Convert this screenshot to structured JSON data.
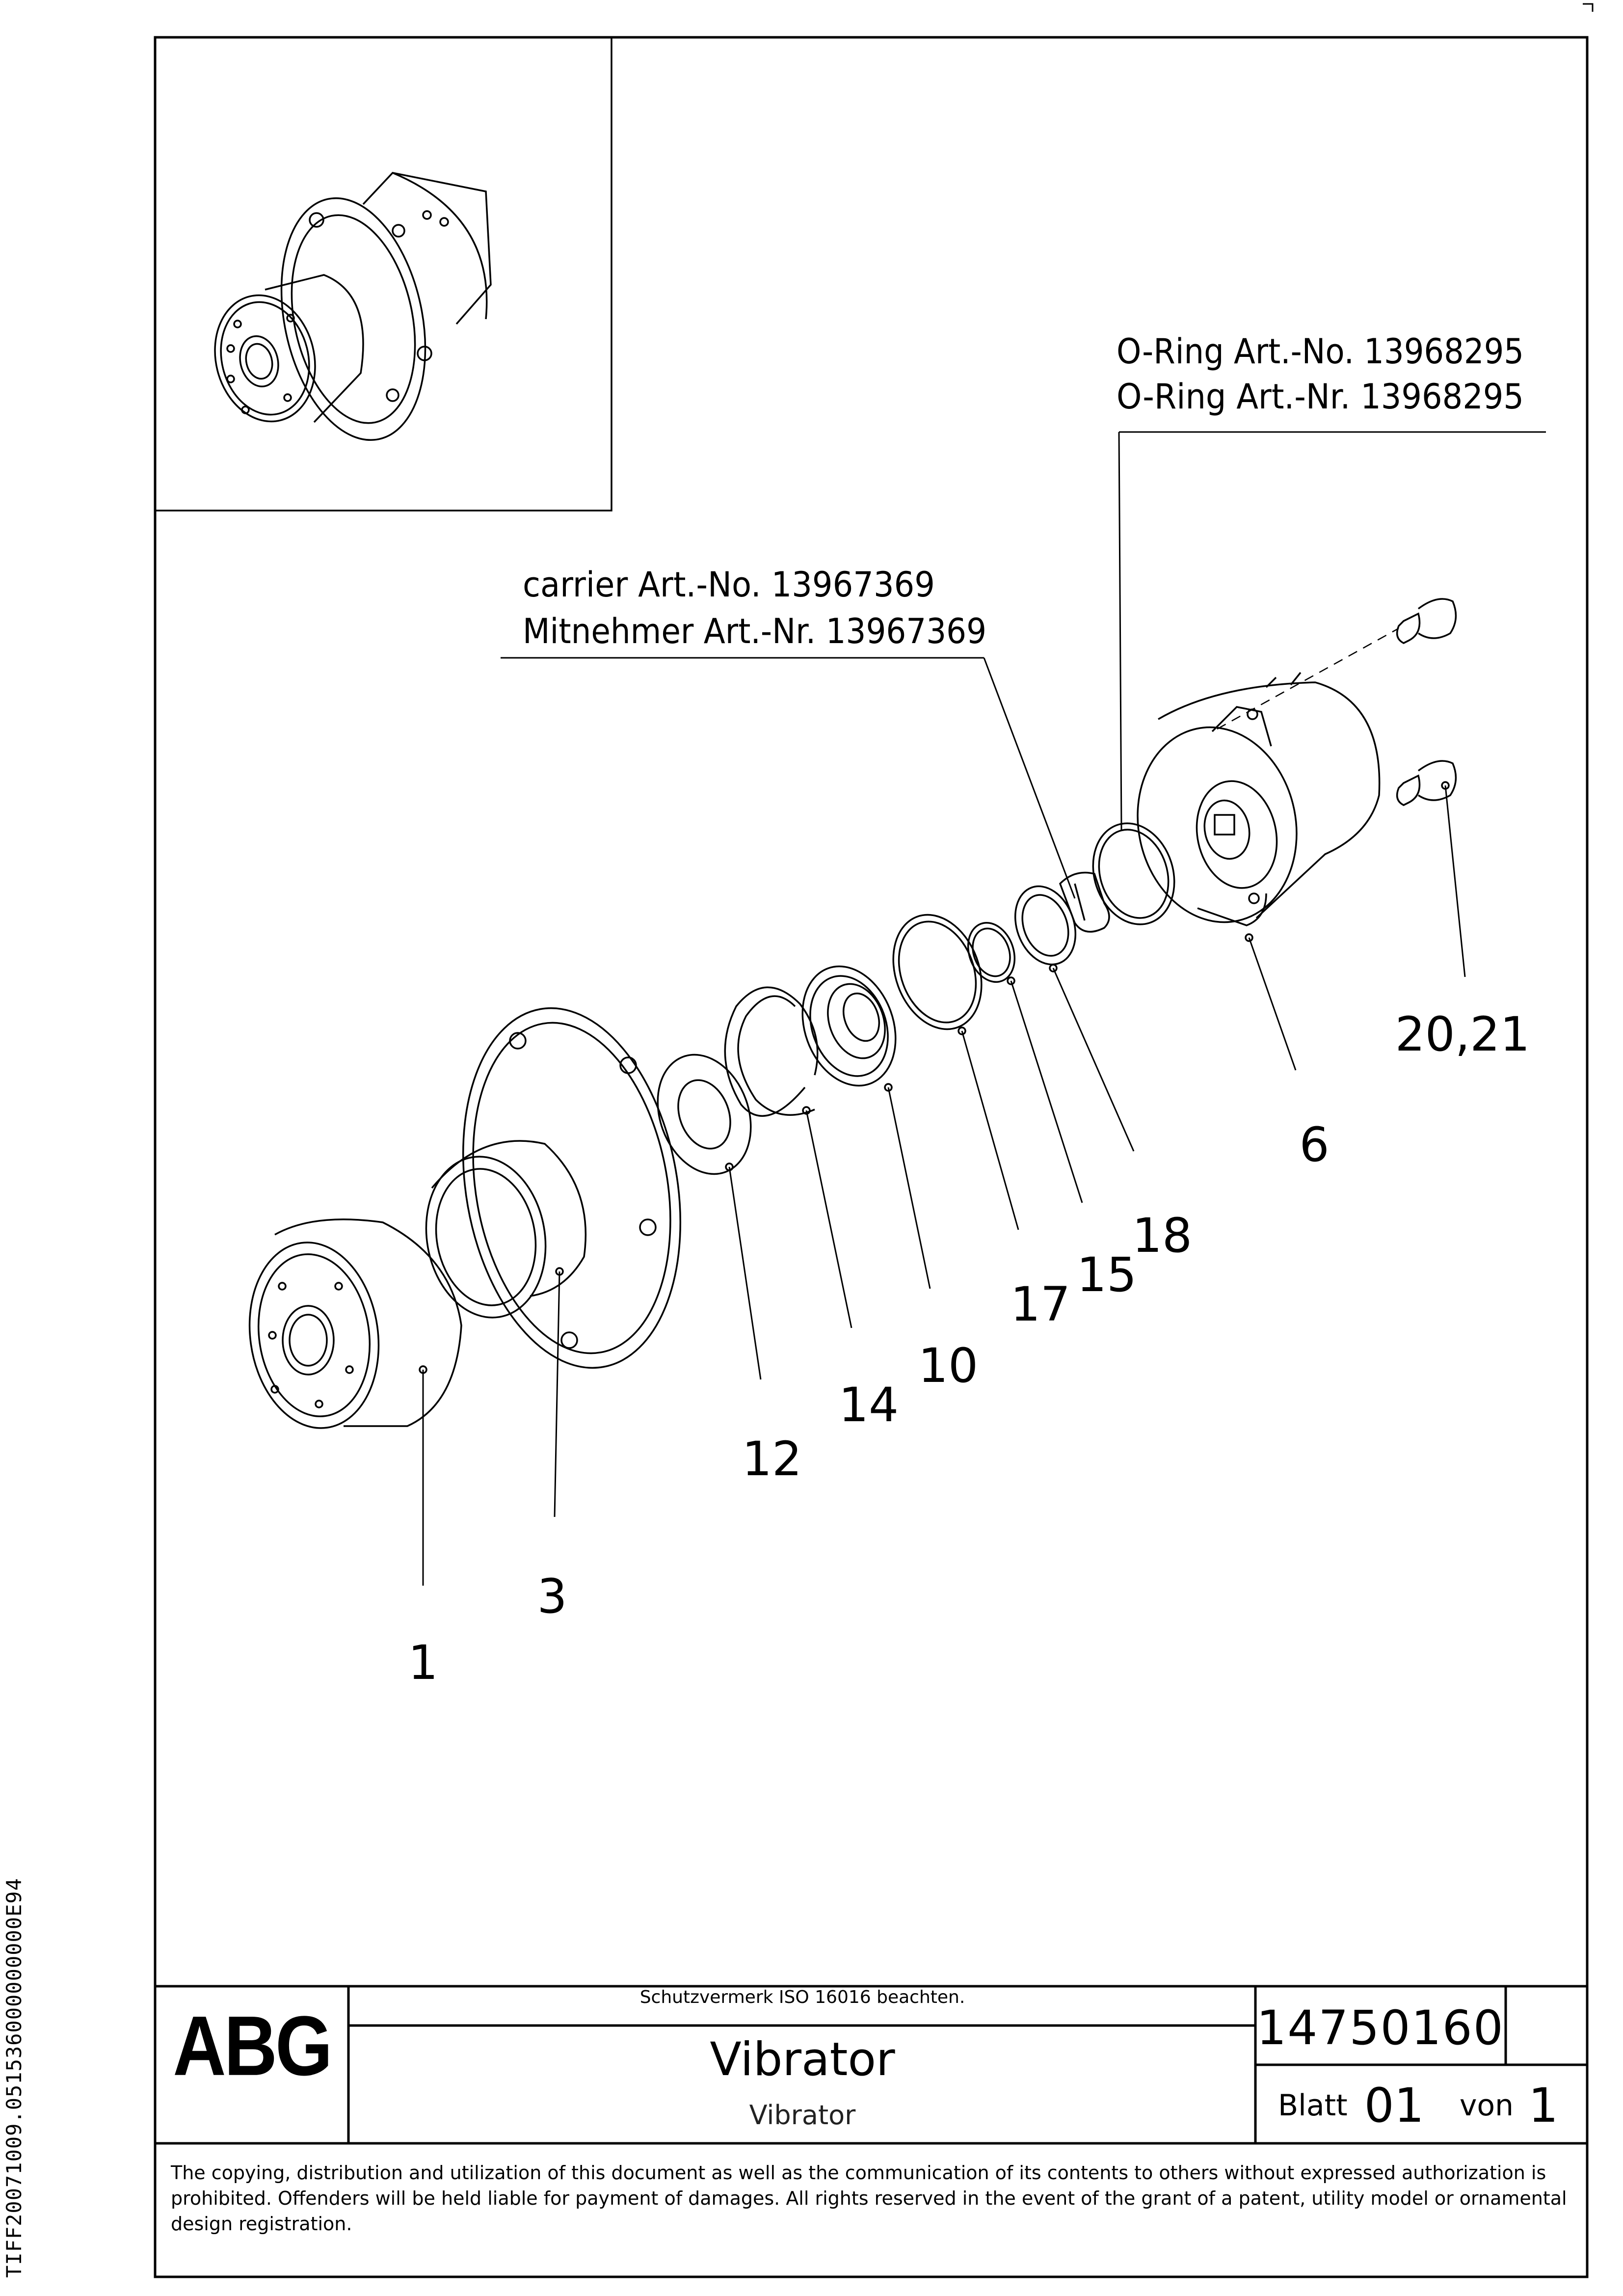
{
  "side_code": "TIFF20071009.051536000000000E94",
  "callouts": {
    "oring_line1": "O-Ring Art.-No. 13968295",
    "oring_line2": "O-Ring Art.-Nr. 13968295",
    "carrier_line1": "carrier Art.-No. 13967369",
    "carrier_line2": "Mitnehmer Art.-Nr. 13967369"
  },
  "item_numbers": {
    "n1": "1",
    "n3": "3",
    "n6": "6",
    "n10": "10",
    "n12": "12",
    "n14": "14",
    "n15": "15",
    "n17": "17",
    "n18": "18",
    "n20_21": "20,21"
  },
  "title_block": {
    "logo": "ABG",
    "protection_note": "Schutzvermerk ISO 16016 beachten.",
    "title": "Vibrator",
    "subtitle": "Vibrator",
    "document_number": "14750160",
    "sheet_label": "Blatt",
    "sheet_value": "01",
    "of_label": "von",
    "of_value": "1"
  },
  "legal_notice": "The copying, distribution and utilization of this document as well as the communication of its contents to others without expressed authorization is prohibited. Offenders will be held liable for payment of damages. All rights reserved in the event of the grant of a patent, utility model or ornamental design registration."
}
